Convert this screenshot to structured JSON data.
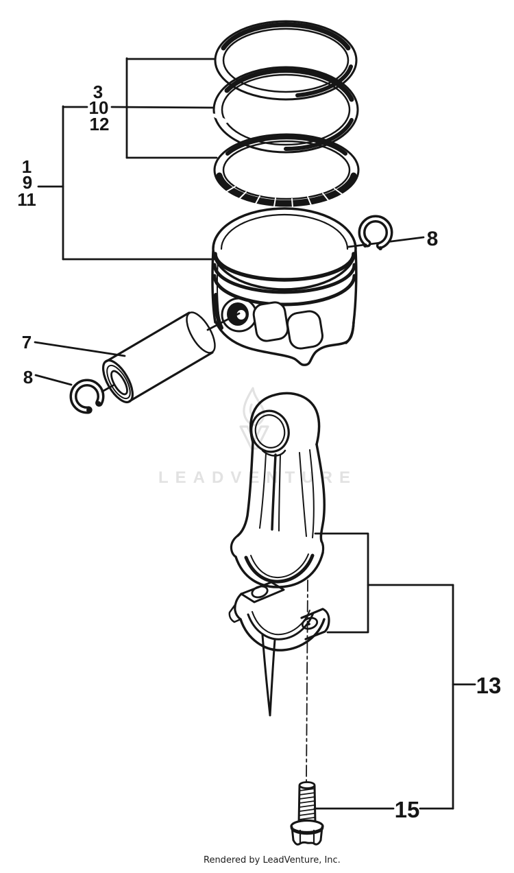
{
  "page": {
    "background": "#ffffff",
    "ink_color": "#161616",
    "watermark_color": "#e2e2e2"
  },
  "watermark": {
    "text": "LEADVENTURE",
    "logo": "leadventure-flame-v-logo"
  },
  "callouts": {
    "ring_group": {
      "labels": [
        "3",
        "10",
        "12"
      ]
    },
    "piston_group": {
      "labels": [
        "1",
        "9",
        "11"
      ]
    },
    "piston_pin": "7",
    "clip_left": "8",
    "clip_right": "8",
    "connecting_rod_assembly": "13",
    "rod_bolt": "15"
  },
  "footer": {
    "credit_text": "Rendered by LeadVenture, Inc."
  }
}
